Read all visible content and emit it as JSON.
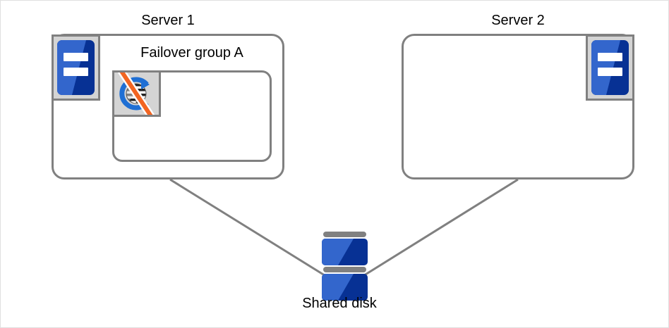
{
  "diagram": {
    "title_bar_present": false,
    "background": "#ffffff",
    "frame_color": "#e0e0e0"
  },
  "colors": {
    "outline_gray": "#808080",
    "icon_bg_gray": "#d4d4d4",
    "disk_bar_gray": "#808080",
    "blue_light": "#3366cc",
    "blue_dark": "#073194",
    "accent_blue": "#1f6fd4",
    "disabled_orange": "#f26522",
    "text": "#000000",
    "white": "#ffffff"
  },
  "nodes": {
    "server1": {
      "label": "Server 1",
      "icon": "server-icon",
      "group": {
        "label": "Failover group A",
        "icon": "failover-group-disabled-icon",
        "state": "disabled"
      }
    },
    "server2": {
      "label": "Server 2",
      "icon": "server-icon",
      "group": null
    },
    "shared_disk": {
      "label": "Shared disk",
      "icon": "shared-disk-icon",
      "platters": 2
    }
  },
  "connections": [
    {
      "from": "server1",
      "to": "shared_disk",
      "style": "solid",
      "color": "#808080"
    },
    {
      "from": "server2",
      "to": "shared_disk",
      "style": "solid",
      "color": "#808080"
    }
  ]
}
